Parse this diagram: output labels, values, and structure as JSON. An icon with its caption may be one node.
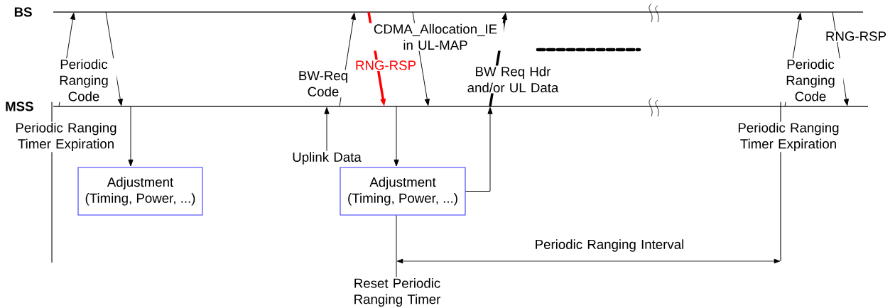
{
  "diagram": {
    "nodes": [
      {
        "text": [
          "BS"
        ]
      },
      {
        "text": [
          "MSS"
        ]
      },
      {
        "text": [
          "Adjustment",
          "(Timing, Power, ...)"
        ]
      },
      {
        "text": [
          "Adjustment",
          "(Timing, Power, ...)"
        ]
      },
      {
        "text": [
          "Uplink Data"
        ]
      },
      {
        "text": [
          "Reset Periodic Ranging Timer"
        ]
      }
    ],
    "edges": [
      {
        "from": 1,
        "to": 0,
        "arrow": "to",
        "label": "Periodic Ranging Code"
      },
      {
        "from": 0,
        "to": 1,
        "arrow": "to"
      },
      {
        "from": 1,
        "to": 2,
        "arrow": "to"
      },
      {
        "from": 4,
        "to": 1,
        "arrow": "to"
      },
      {
        "from": 1,
        "to": 0,
        "arrow": "to",
        "label": "BW-Req Code"
      },
      {
        "from": 0,
        "to": 1,
        "arrow": "to",
        "label": "RNG-RSP",
        "style": "thick",
        "color": "#ff0000"
      },
      {
        "from": 0,
        "to": 1,
        "arrow": "to",
        "label": "CDMA_Allocation_IE in UL-MAP"
      },
      {
        "from": 1,
        "to": 3,
        "arrow": "to"
      },
      {
        "from": 3,
        "to": 1,
        "arrow": "to"
      },
      {
        "from": 1,
        "to": 0,
        "arrow": "to",
        "label": "BW Req Hdr and/or UL Data",
        "style": "thick"
      },
      {
        "from": 3,
        "to": 5,
        "arrow": "none"
      },
      {
        "from": 1,
        "to": 0,
        "arrow": "to",
        "label": "Periodic Ranging Code"
      },
      {
        "from": 0,
        "to": 1,
        "arrow": "to",
        "label": "RNG-RSP"
      }
    ],
    "labels": [
      "Periodic Ranging Timer Expiration",
      "Periodic Ranging Timer Expiration",
      "Periodic Ranging Interval"
    ]
  }
}
